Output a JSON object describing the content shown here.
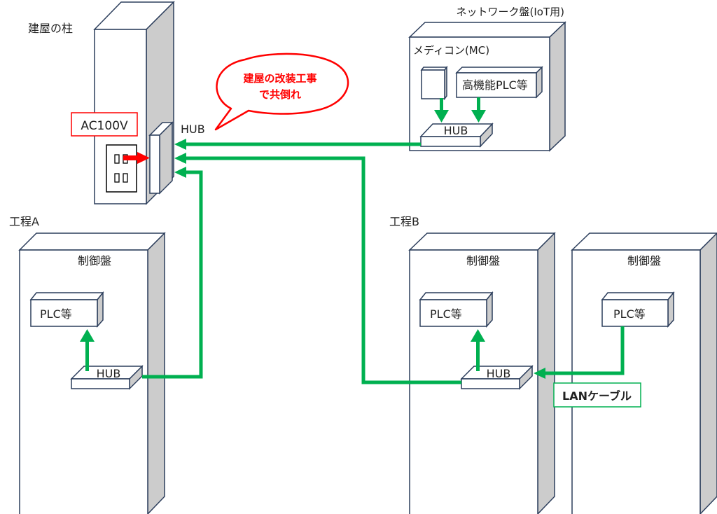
{
  "pillar": {
    "label": "建屋の柱",
    "power_label": "AC100V",
    "hub_label": "HUB"
  },
  "callout": {
    "line1": "建屋の改装工事",
    "line2": "で共倒れ",
    "color": "#ff0000"
  },
  "network_panel": {
    "title": "ネットワーク盤(IoT用)",
    "mc_label": "メディコン(MC)",
    "plc_label": "高機能PLC等",
    "hub_label": "HUB"
  },
  "process_a": {
    "label": "工程A",
    "panel_label": "制御盤",
    "plc_label": "PLC等",
    "hub_label": "HUB"
  },
  "process_b": {
    "label": "工程B",
    "panel1": {
      "label": "制御盤",
      "plc_label": "PLC等",
      "hub_label": "HUB"
    },
    "panel2": {
      "label": "制御盤",
      "plc_label": "PLC等"
    }
  },
  "lan_cable_label": "LANケーブル",
  "colors": {
    "cable": "#00b050",
    "power": "#ff0000",
    "outline": "#2c3e5c",
    "side": "#cccccc"
  }
}
